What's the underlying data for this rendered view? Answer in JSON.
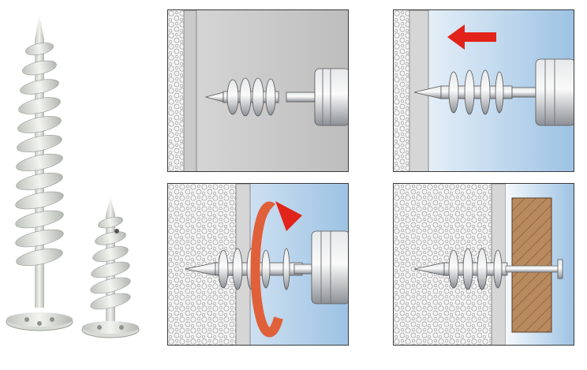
{
  "photo": {
    "subjects": [
      "long-insulation-anchor",
      "short-insulation-anchor"
    ]
  },
  "steps": [
    {
      "step": 1,
      "action": "position-anchor",
      "icons": [
        "foam-board",
        "wall",
        "anchor",
        "drill-chuck"
      ]
    },
    {
      "step": 2,
      "action": "push-into-insulation",
      "icons": [
        "arrow-left-icon",
        "anchor",
        "drill-chuck"
      ]
    },
    {
      "step": 3,
      "action": "rotate-screw-in",
      "icons": [
        "rotate-arrow-icon",
        "anchor",
        "drill-chuck"
      ]
    },
    {
      "step": 4,
      "action": "fasten-board",
      "icons": [
        "wood-board",
        "screw",
        "anchor"
      ]
    }
  ],
  "colors": {
    "arrow": "#e2231a",
    "rotate_arrow": "#e0603a",
    "wall_blue": "#bcd6ec",
    "wood": "#b98a5e"
  },
  "credit": ""
}
